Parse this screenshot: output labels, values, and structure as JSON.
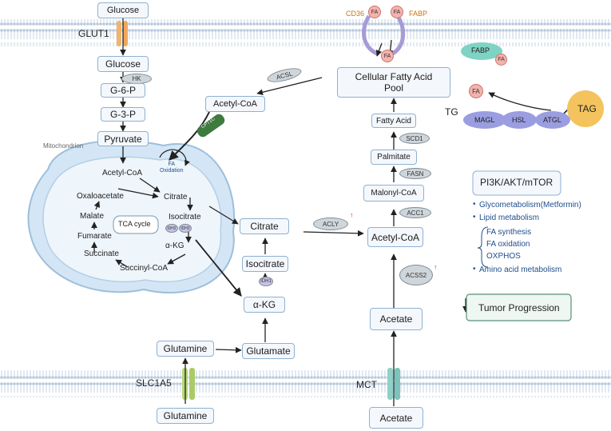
{
  "membrane_top": {
    "label_left": "GLUT1",
    "cd36": "CD36",
    "fabp_label": "FABP",
    "fa": "FA"
  },
  "membrane_bottom": {
    "slc1a5": "SLC1A5",
    "mct": "MCT"
  },
  "glycolysis": {
    "glucose_out": "Glucose",
    "glucose_in": "Glucose",
    "hk": "HK",
    "g6p": "G-6-P",
    "g3p": "G-3-P",
    "pyruvate": "Pyruvate",
    "mitochondrion": "Mitochondrion"
  },
  "tca": {
    "acetyl_coa": "Acetyl-CoA",
    "fa_oxidation": "FA\nOxidation",
    "citrate": "Citrate",
    "isocitrate": "Isocitrate",
    "oxaloacetate": "Oxaloacetate",
    "malate": "Malate",
    "fumarate": "Fumarate",
    "succinate": "Succinate",
    "akg": "α-KG",
    "succinyl_coa": "Succinyl-CoA",
    "cycle": "TCA cycle",
    "idh2": "IDH2",
    "idh1": "IDH1",
    "cptic": "CPT1C"
  },
  "cyto": {
    "citrate": "Citrate",
    "isocitrate": "Isocitrate",
    "idh1": "IDH1",
    "akg": "α-KG",
    "glutamate": "Glutamate",
    "glutamine_in": "Glutamine",
    "glutamine_out": "Glutamine",
    "acly": "ACLY",
    "acetyl_coa": "Acetyl-CoA",
    "acsl": "ACSL",
    "acetyl_coa_top": "Acetyl-CoA"
  },
  "lipogenesis": {
    "pool": "Cellular Fatty Acid\nPool",
    "fatty_acid": "Fatty Acid",
    "scd1": "SCD1",
    "palmitate": "Palmitate",
    "fasn": "FASN",
    "malonyl_coa": "Malonyl-CoA",
    "acc1": "ACC1",
    "acetyl_coa": "Acetyl-CoA",
    "acss2": "ACSS2",
    "acetate_in": "Acetate",
    "acetate_out": "Acetate"
  },
  "lipolysis": {
    "fabp": "FABP",
    "fa": "FA",
    "fa_free": "FA",
    "tg": "TG",
    "tag": "TAG",
    "magl": "MAGL",
    "hsl": "HSL",
    "atgl": "ATGL"
  },
  "signaling": {
    "title": "PI3K/AKT/mTOR",
    "bullets": [
      "Glycometabolism(Metformin)",
      "Lipid metabolism",
      "Amino acid metabolism"
    ],
    "lipid_sub": [
      "FA synthesis",
      "FA oxidation",
      "OXPHOS"
    ],
    "outcome": "Tumor Progression"
  },
  "colors": {
    "membrane": "#b7c9dd",
    "node_border": "#8fb1cf",
    "mito": "#cfe3f3",
    "transporter_orange": "#f2b36b",
    "cd36_purple": "#a79ad6",
    "slc1a5_green": "#b8d67a",
    "mct_teal": "#8fd0c8",
    "tag_gold": "#f4c35d",
    "lipase_purple": "#9a9ee0",
    "fabp_teal": "#7fd3c4",
    "fa_pink": "#f4b3ad",
    "arrow": "#222222"
  }
}
